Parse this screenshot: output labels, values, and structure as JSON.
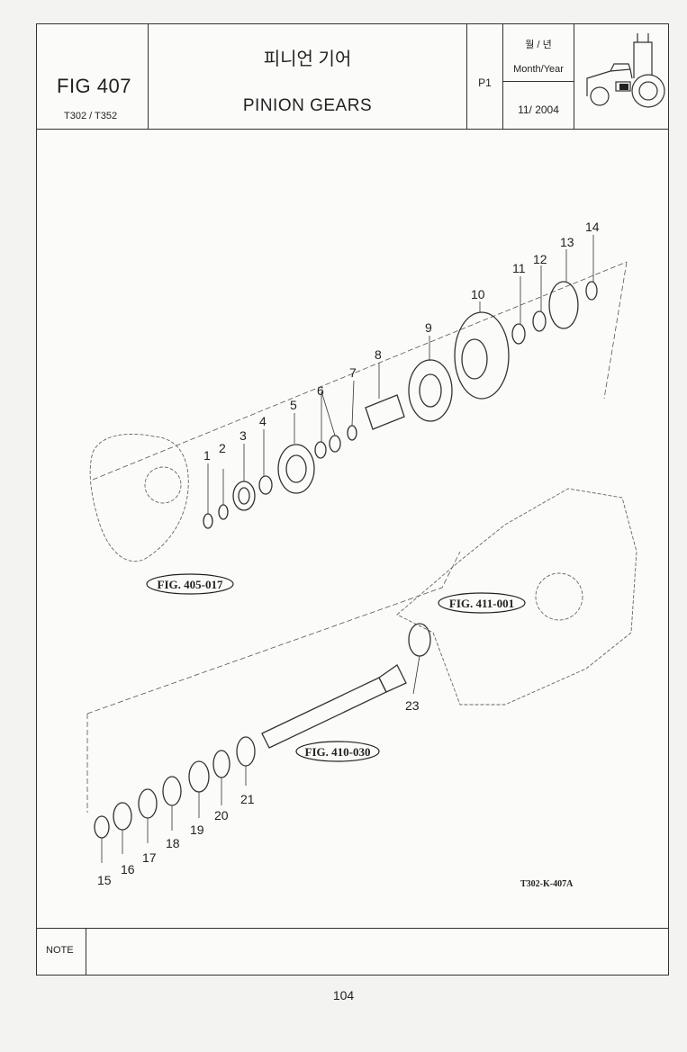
{
  "header": {
    "fig_no": "FIG 407",
    "models": "T302 / T352",
    "title_ko": "피니언 기어",
    "title_en": "PINION GEARS",
    "page_label": "P1",
    "month_year_ko": "월 / 년",
    "month_year_en": "Month/Year",
    "date": "11/ 2004",
    "vehicle_icon": "tractor-icon"
  },
  "diagram": {
    "part_numbers": [
      "1",
      "2",
      "3",
      "4",
      "5",
      "6",
      "7",
      "8",
      "9",
      "10",
      "11",
      "12",
      "13",
      "14",
      "15",
      "16",
      "17",
      "18",
      "19",
      "20",
      "21",
      "23"
    ],
    "figure_refs": [
      "FIG. 405-017",
      "FIG. 411-001",
      "FIG. 410-030"
    ],
    "drawing_code": "T302-K-407A"
  },
  "footer": {
    "note_label": "NOTE",
    "note_text": "",
    "page_number": "104"
  }
}
